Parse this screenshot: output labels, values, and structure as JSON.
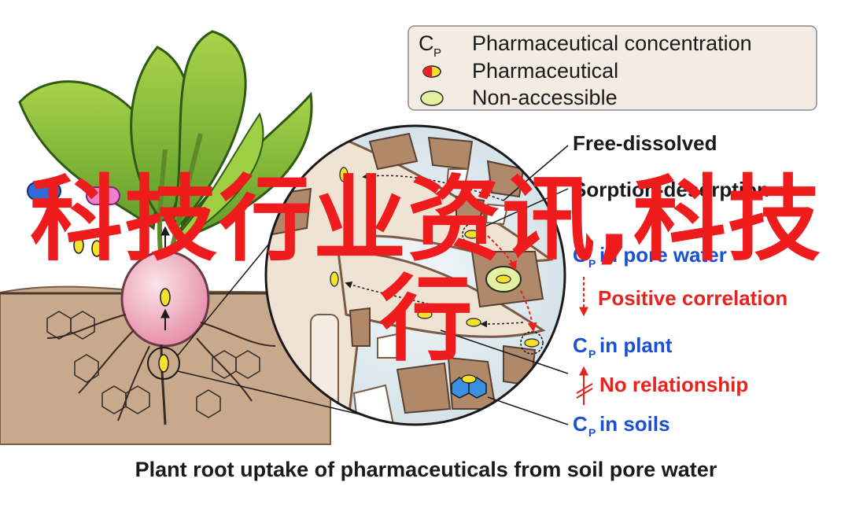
{
  "legend": {
    "cp_symbol": "C",
    "cp_subscript": "P",
    "items": [
      {
        "label": "Pharmaceutical concentration"
      },
      {
        "label": "Pharmaceutical"
      },
      {
        "label": "Non-accessible"
      }
    ]
  },
  "labels": {
    "free_dissolved": "Free-dissolved",
    "sorption_desorption": "Sorption-desorption",
    "cp_pore_water": "in pore water",
    "positive_correlation": "Positive correlation",
    "cp_plant": "in plant",
    "no_relationship": "No relationship",
    "cp_soils": "in soils"
  },
  "caption": "Plant root uptake of pharmaceuticals from soil pore water",
  "overlay": {
    "line1": "科技行业资讯,科技",
    "line2": "行"
  },
  "colors": {
    "accent_red": "#e8231f",
    "blue": "#1a4fd6",
    "soil": "#c8a98c",
    "leaf": "#8ec43c",
    "root": "#f2b6c6",
    "pore_bg": "#e6f0f4"
  }
}
